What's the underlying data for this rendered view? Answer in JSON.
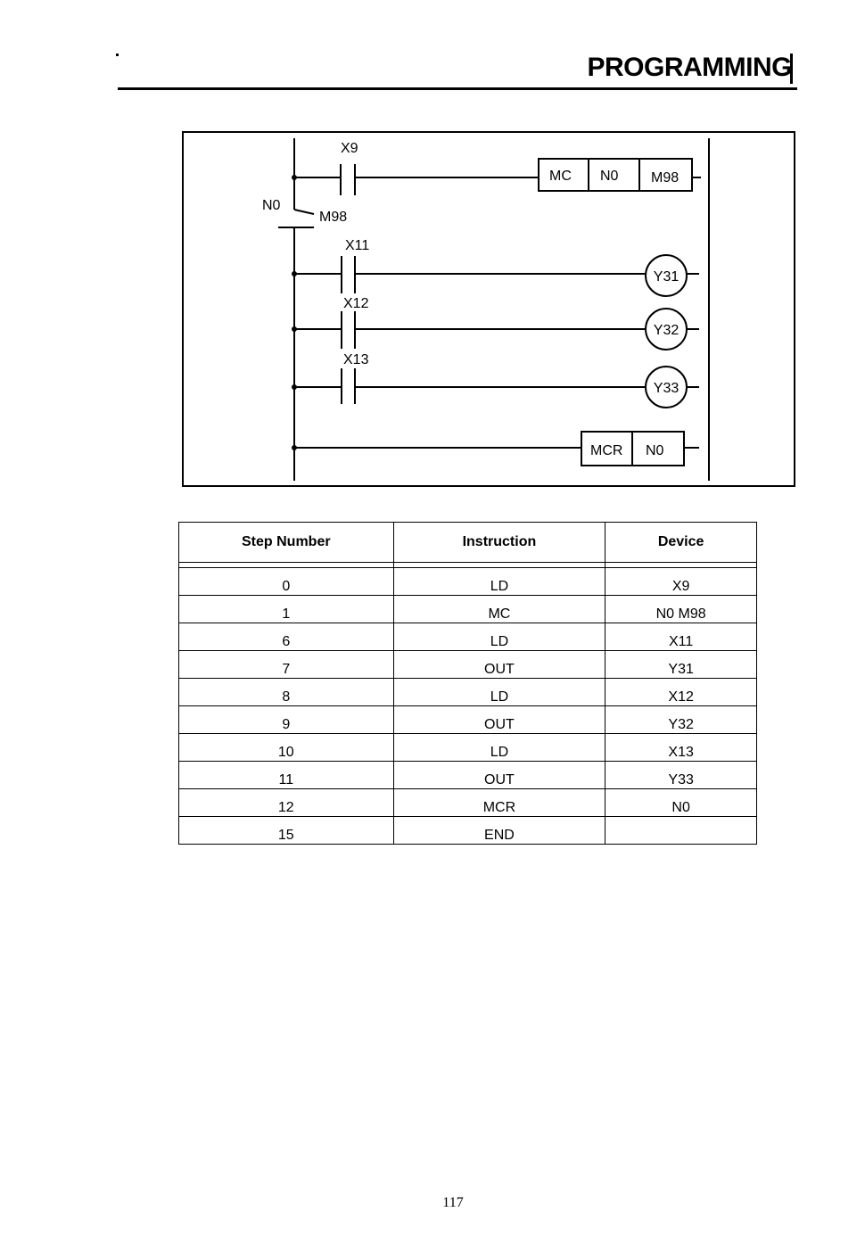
{
  "header": {
    "title": "PROGRAMMING"
  },
  "ladder": {
    "rung1": {
      "contact": "X9",
      "instruction": [
        "MC",
        "N0",
        "M98"
      ]
    },
    "nest": {
      "label": "N0",
      "contact": "M98"
    },
    "rung2": {
      "contact": "X11",
      "coil": "Y31"
    },
    "rung3": {
      "contact": "X12",
      "coil": "Y32"
    },
    "rung4": {
      "contact": "X13",
      "coil": "Y33"
    },
    "rung5": {
      "instruction": [
        "MCR",
        "N0"
      ]
    }
  },
  "table": {
    "headers": [
      "Step Number",
      "Instruction",
      "Device"
    ],
    "rows": [
      [
        "0",
        "LD",
        "X9"
      ],
      [
        "1",
        "MC",
        "N0 M98"
      ],
      [
        "6",
        "LD",
        "X11"
      ],
      [
        "7",
        "OUT",
        "Y31"
      ],
      [
        "8",
        "LD",
        "X12"
      ],
      [
        "9",
        "OUT",
        "Y32"
      ],
      [
        "10",
        "LD",
        "X13"
      ],
      [
        "11",
        "OUT",
        "Y33"
      ],
      [
        "12",
        "MCR",
        "N0"
      ],
      [
        "15",
        "END",
        ""
      ]
    ]
  },
  "footer": {
    "page_number": "117"
  }
}
